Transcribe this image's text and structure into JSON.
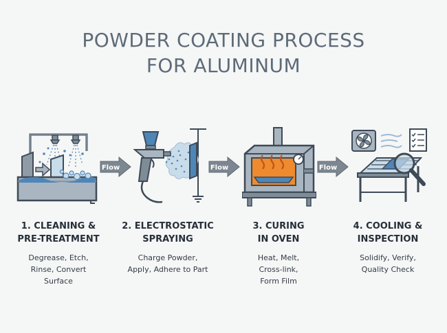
{
  "title": {
    "line1": "POWDER COATING PROCESS",
    "line2": "FOR ALUMINUM"
  },
  "flow_label": "Flow",
  "steps": [
    {
      "title": [
        "1. CLEANING &",
        "PRE-TREATMENT"
      ],
      "desc": [
        "Degrease, Etch,",
        "Rinse, Convert",
        "Surface"
      ]
    },
    {
      "title": [
        "2. ELECTROSTATIC",
        "SPRAYING"
      ],
      "desc": [
        "Charge Powder,",
        "Apply, Adhere to Part"
      ]
    },
    {
      "title": [
        "3. CURING",
        "IN OVEN"
      ],
      "desc": [
        "Heat, Melt,",
        "Cross-link,",
        "Form Film"
      ]
    },
    {
      "title": [
        "4. COOLING &",
        "INSPECTION"
      ],
      "desc": [
        "Solidify, Verify,",
        "Quality Check"
      ]
    }
  ],
  "colors": {
    "outline": "#3e4a56",
    "steel": "#a9b6c1",
    "steel_dark": "#7e8c98",
    "blue": "#4f86b8",
    "light_blue": "#c9dcea",
    "orange": "#f08a2e",
    "arrow": "#7d8791"
  }
}
